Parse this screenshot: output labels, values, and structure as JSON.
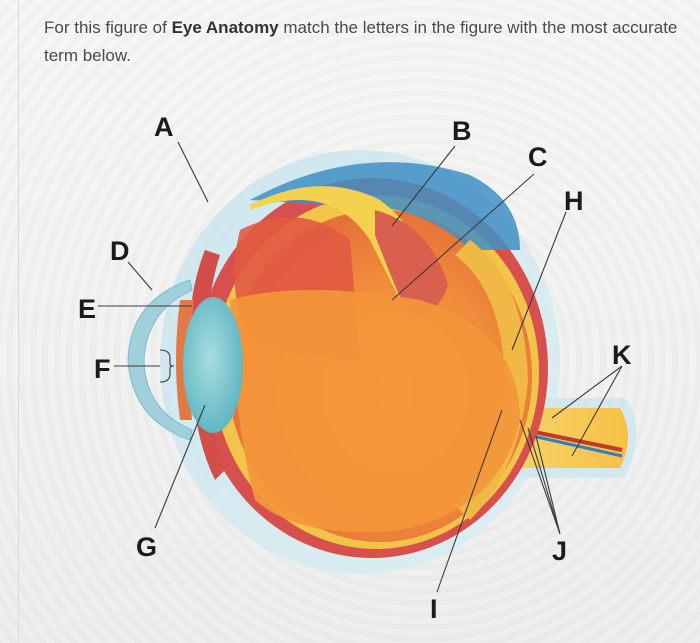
{
  "question": {
    "prefix": "For this figure of ",
    "emphasis": "Eye Anatomy",
    "suffix": " match the letters in the figure with the most accurate term below."
  },
  "figure": {
    "labels": [
      "A",
      "B",
      "C",
      "D",
      "E",
      "F",
      "G",
      "H",
      "I",
      "J",
      "K"
    ]
  }
}
